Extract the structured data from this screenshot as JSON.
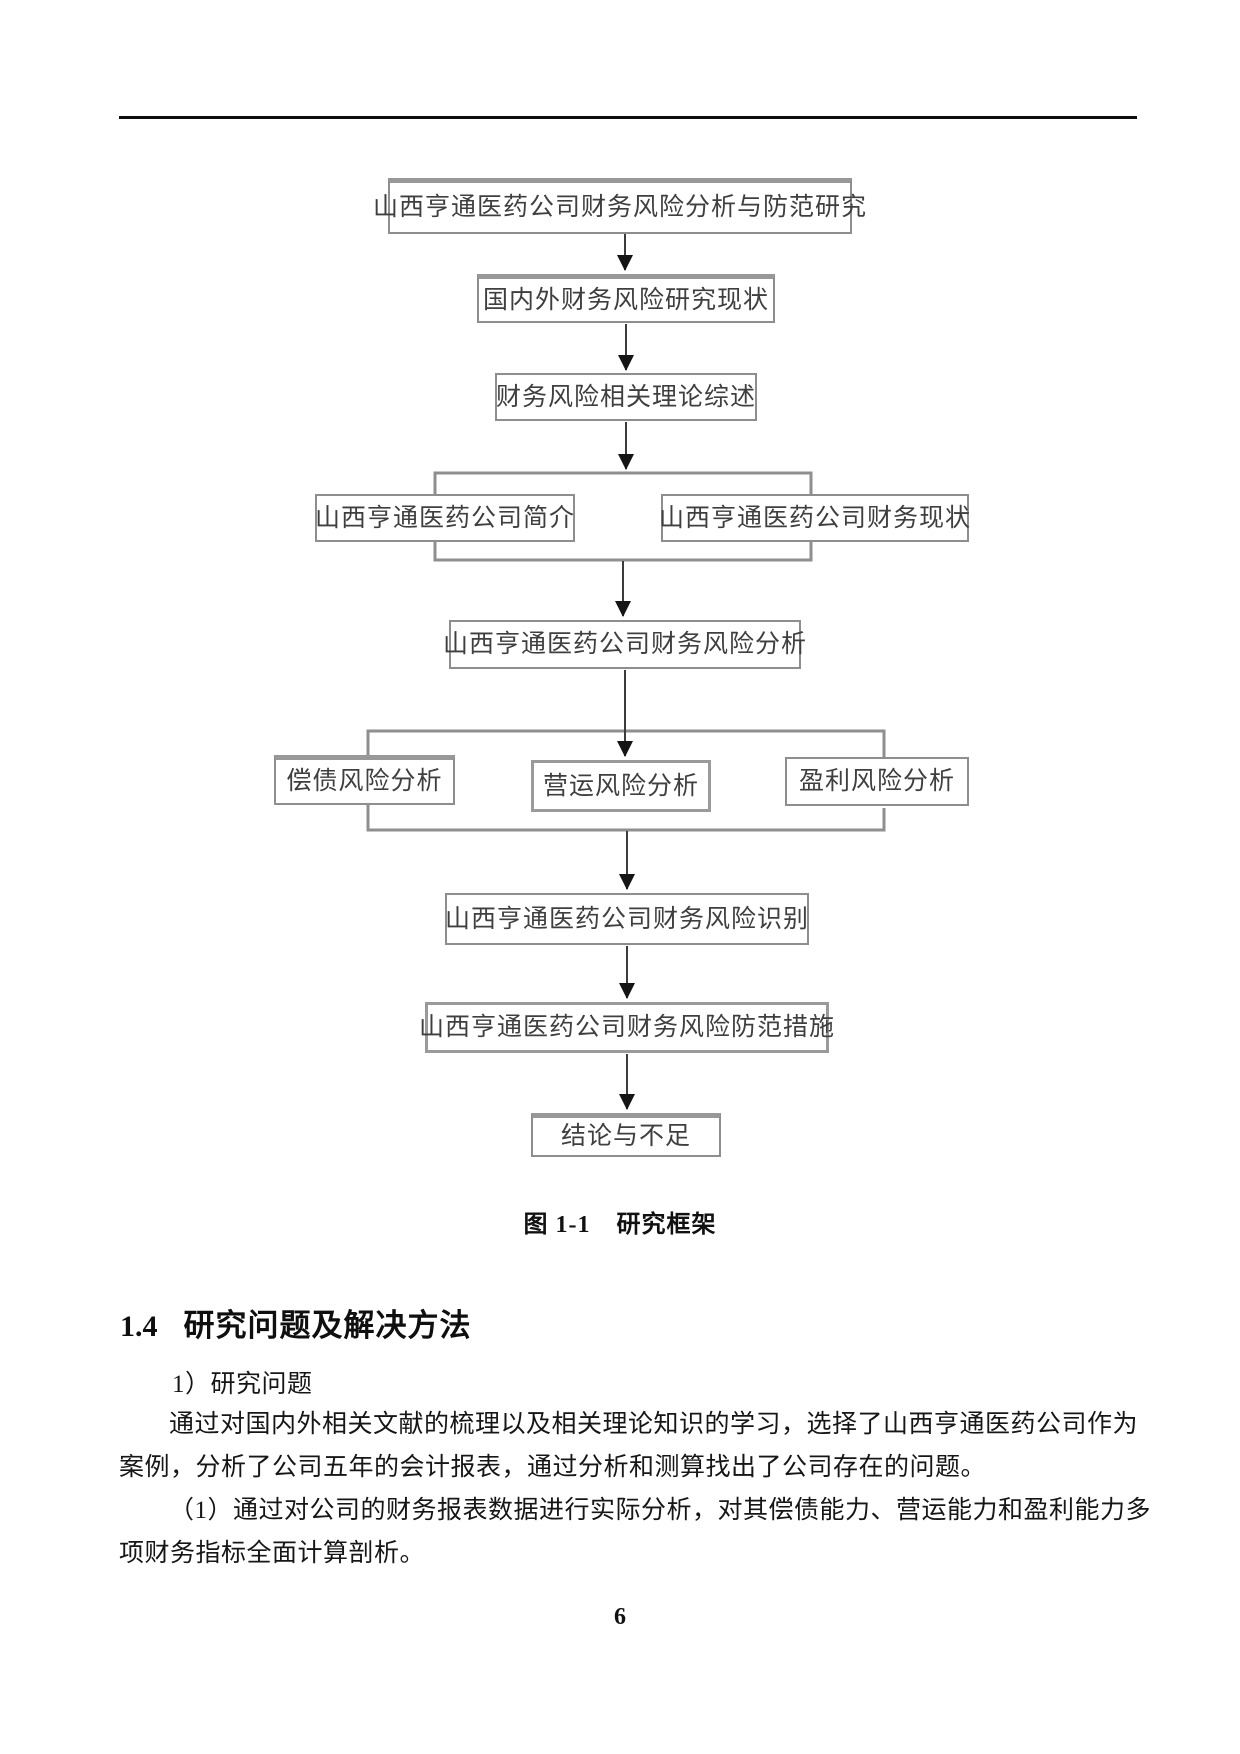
{
  "figure": {
    "caption": {
      "label": "图 1-1",
      "title": "研究框架"
    },
    "nodes": {
      "title": "山西亨通医药公司财务风险分析与防范研究",
      "research_status": "国内外财务风险研究现状",
      "theory": "财务风险相关理论综述",
      "company_intro": "山西亨通医药公司简介",
      "finance_status": "山西亨通医药公司财务现状",
      "risk_analysis": "山西亨通医药公司财务风险分析",
      "debt_risk": "偿债风险分析",
      "operation_risk": "营运风险分析",
      "profit_risk": "盈利风险分析",
      "risk_identify": "山西亨通医药公司财务风险识别",
      "risk_prevention": "山西亨通医药公司财务风险防范措施",
      "conclusion": "结论与不足"
    }
  },
  "section": {
    "number": "1.4",
    "title": "研究问题及解决方法"
  },
  "content": {
    "subheading": "1）研究问题",
    "para1_line1": "通过对国内外相关文献的梳理以及相关理论知识的学习，选择了山西亨通医药公司作为",
    "para1_line2": "案例，分析了公司五年的会计报表，通过分析和测算找出了公司存在的问题。",
    "para2_line1": "（1）通过对公司的财务报表数据进行实际分析，对其偿债能力、营运能力和盈利能力多",
    "para2_line2": "项财务指标全面计算剖析。"
  },
  "footer": {
    "page_number": "6"
  },
  "colors": {
    "box_border": "#8e8e8e",
    "bracket": "#8f8f8f",
    "arrow_line": "#3c3c3c",
    "arrow_head": "#151515",
    "rule": "#0d0d0d"
  }
}
